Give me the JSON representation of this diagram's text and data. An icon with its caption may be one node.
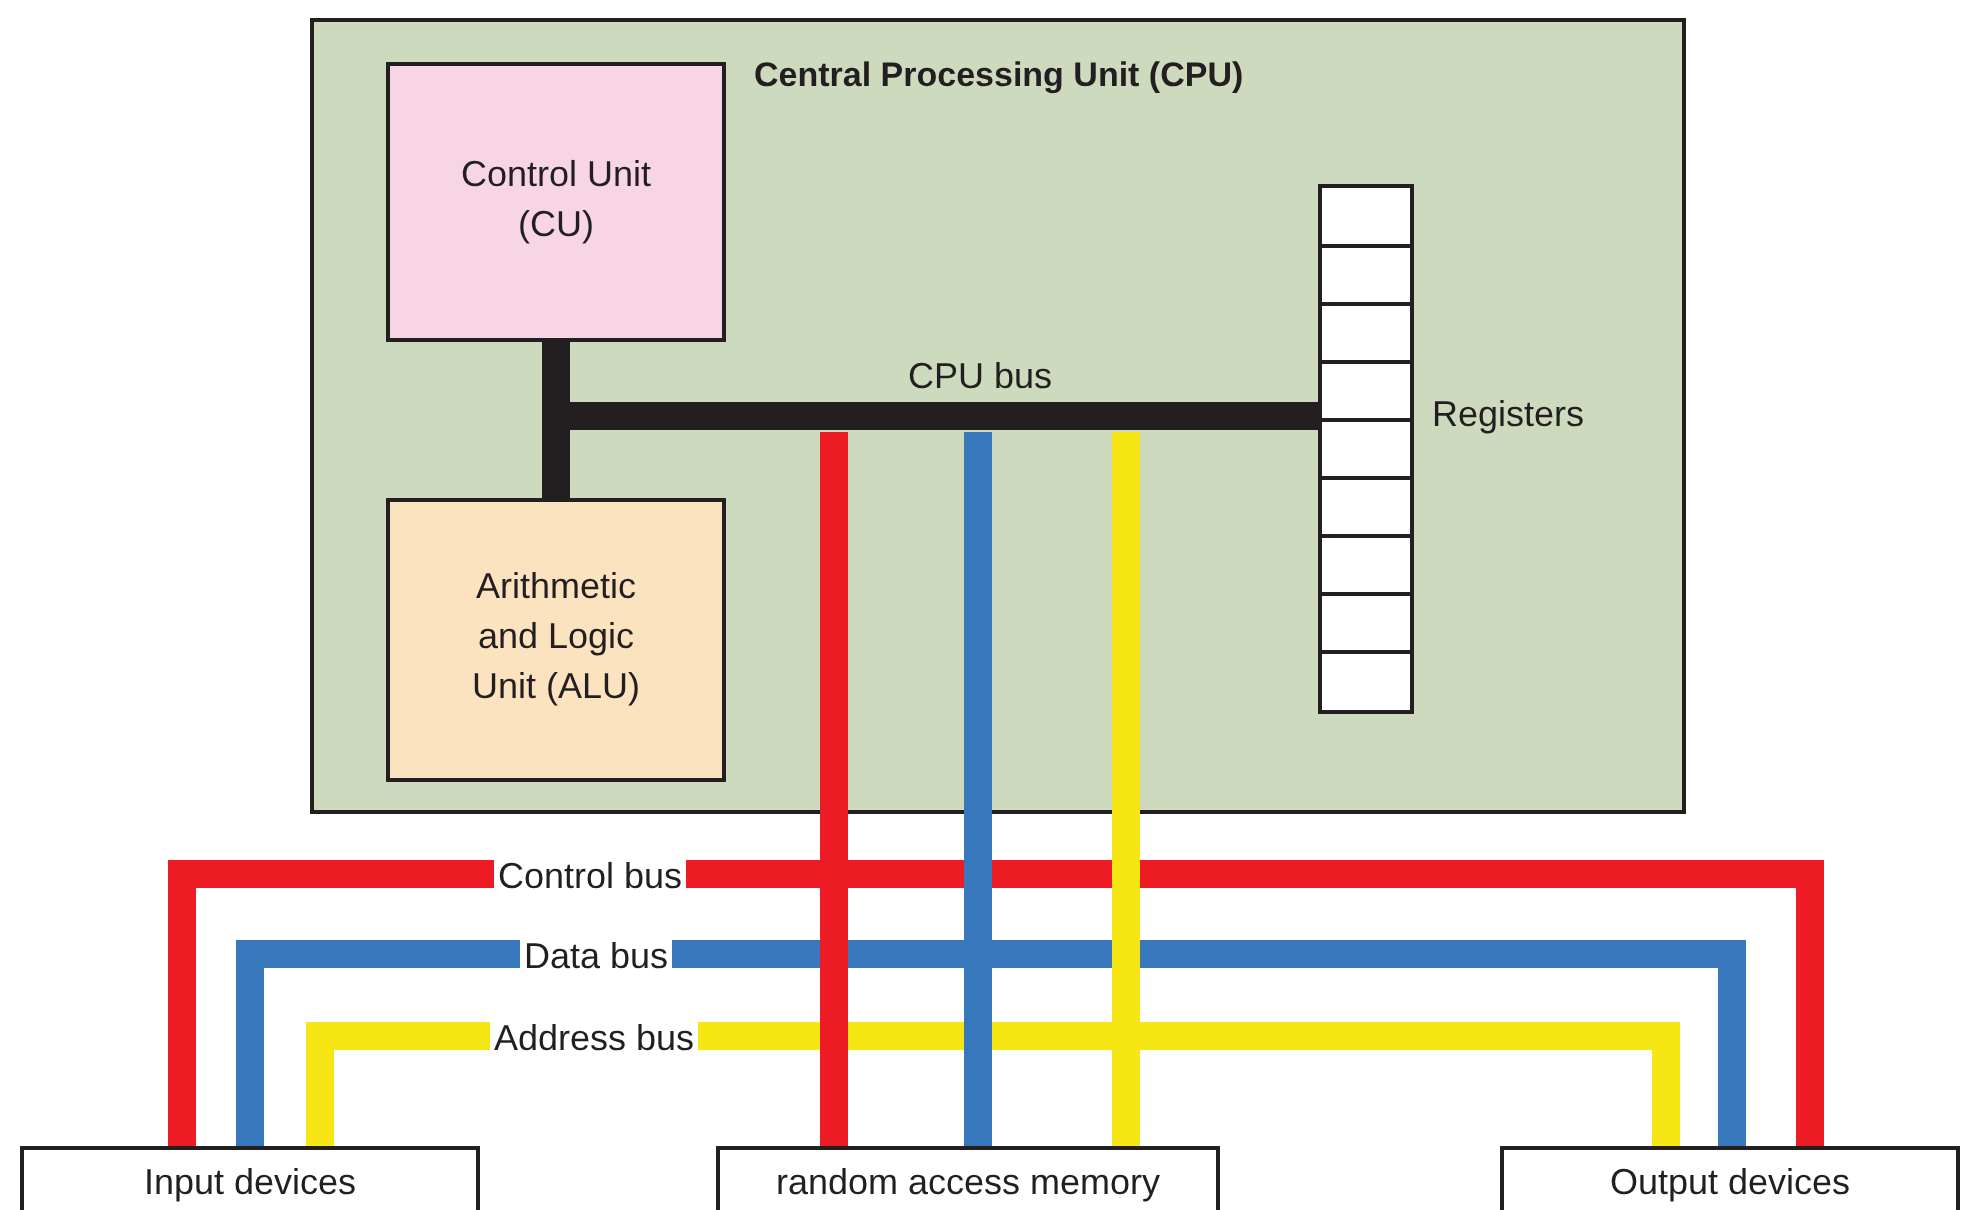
{
  "diagram": {
    "nodes": [
      {
        "text": [
          "Central Processing Unit (CPU)"
        ]
      },
      {
        "text": [
          "Control Unit (CU)"
        ],
        "in": 0
      },
      {
        "text": [
          "Arithmetic and Logic Unit (ALU)"
        ],
        "in": 0
      },
      {
        "text": [],
        "shape": "box",
        "in": 0,
        "beside": [
          "Registers"
        ]
      },
      {
        "text": [
          "Input devices"
        ]
      },
      {
        "text": [
          "random access memory"
        ]
      },
      {
        "text": [
          "Output devices"
        ]
      }
    ],
    "edges": [
      {
        "from": 1,
        "to": 2,
        "arrow": "none",
        "color": "#231f20"
      },
      {
        "from": 1,
        "to": 3,
        "arrow": "none",
        "color": "#231f20",
        "label": "CPU bus"
      },
      {
        "from": null,
        "to": 5,
        "arrow": "none",
        "color": "#ed1c24"
      },
      {
        "from": null,
        "to": 5,
        "arrow": "none",
        "color": "#3777bc"
      },
      {
        "from": null,
        "to": 5,
        "arrow": "none",
        "color": "#f5e614"
      },
      {
        "from": 4,
        "to": 6,
        "arrow": "none",
        "color": "#ed1c24",
        "label": "Control bus"
      },
      {
        "from": 4,
        "to": 6,
        "arrow": "none",
        "color": "#3777bc",
        "label": "Data bus"
      },
      {
        "from": 4,
        "to": 6,
        "arrow": "none",
        "color": "#f5e614",
        "label": "Address bus"
      }
    ]
  }
}
